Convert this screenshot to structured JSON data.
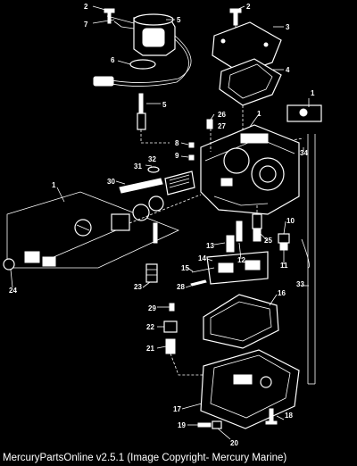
{
  "diagram": {
    "callouts": [
      "2",
      "7",
      "5",
      "2",
      "3",
      "4",
      "6",
      "5",
      "1",
      "26",
      "27",
      "1",
      "8",
      "9",
      "32",
      "31",
      "30",
      "1",
      "34",
      "10",
      "25",
      "13",
      "12",
      "14",
      "15",
      "16",
      "33",
      "23",
      "28",
      "11",
      "24",
      "29",
      "22",
      "21",
      "17",
      "18",
      "19",
      "20"
    ]
  },
  "footer": {
    "caption": "MercuryPartsOnline v2.5.1 (Image Copyright- Mercury Marine)"
  },
  "colors": {
    "background": "#000000",
    "line_art": "#ffffff"
  }
}
